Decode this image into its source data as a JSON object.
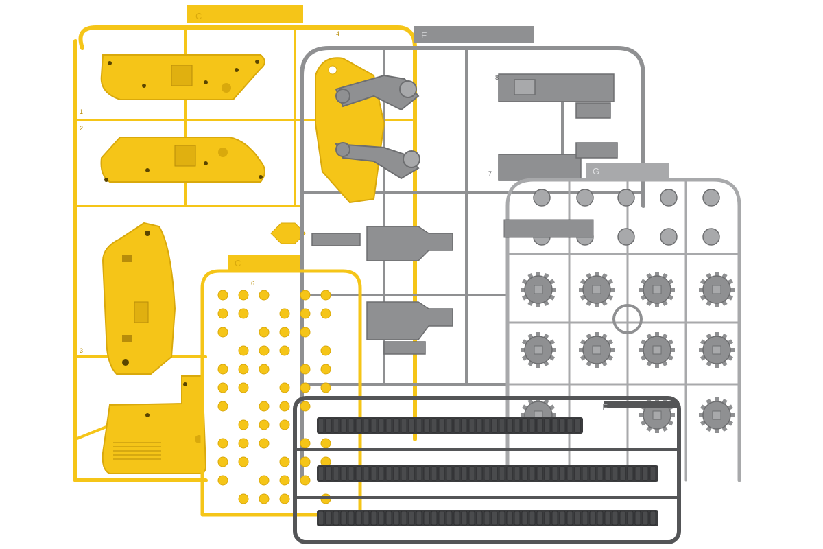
{
  "photo": {
    "subject": "model-kit-sprues",
    "colors": {
      "background": "#ffffff",
      "yellow": "#f5c518",
      "yellow_dark": "#d9a90c",
      "yellow_shadow": "#b88d0a",
      "gray": "#8f9092",
      "gray_light": "#a8a9ab",
      "gray_dark": "#6d6e70",
      "track": "#3b3c3e",
      "track_frame": "#545557"
    }
  },
  "sprues": {
    "yellow_large": {
      "tag": "C",
      "part_numbers": [
        "4",
        "1",
        "2",
        "3"
      ]
    },
    "gray_main": {
      "tag": "E",
      "part_numbers": [
        "8",
        "7"
      ]
    },
    "gray_wheels": {
      "tag": "G"
    },
    "yellow_small": {
      "tag": "C",
      "part_numbers": [
        "6"
      ]
    },
    "track_frame": {
      "tag": "F"
    }
  }
}
